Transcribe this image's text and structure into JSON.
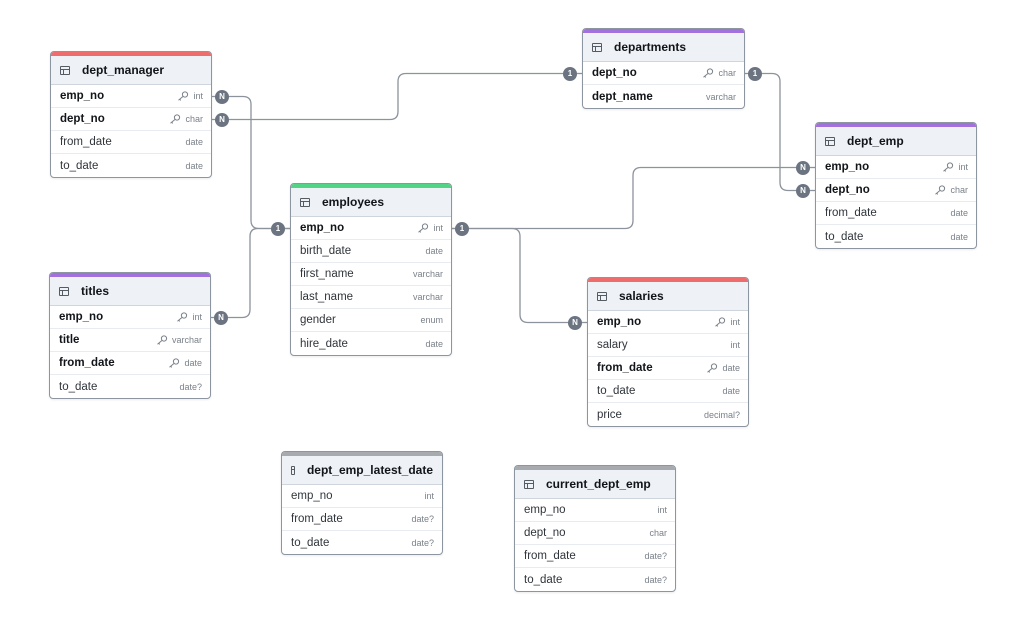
{
  "colors": {
    "red_accent": "#ee6c6c",
    "purple_accent": "#a371dd",
    "green_accent": "#52d486",
    "gray_accent": "#a7abb0",
    "edge": "#8c939c",
    "badge": "#6b7480"
  },
  "icons": {
    "table": "table-grid-icon",
    "key": "key-icon"
  },
  "tables": [
    {
      "id": "dept_manager",
      "name": "dept_manager",
      "accent": "#ee6c6c",
      "fields": [
        {
          "name": "emp_no",
          "type": "int",
          "pk": true,
          "key": true
        },
        {
          "name": "dept_no",
          "type": "char",
          "pk": true,
          "key": true
        },
        {
          "name": "from_date",
          "type": "date",
          "pk": false,
          "key": false
        },
        {
          "name": "to_date",
          "type": "date",
          "pk": false,
          "key": false
        }
      ]
    },
    {
      "id": "departments",
      "name": "departments",
      "accent": "#a371dd",
      "fields": [
        {
          "name": "dept_no",
          "type": "char",
          "pk": true,
          "key": true
        },
        {
          "name": "dept_name",
          "type": "varchar",
          "pk": true,
          "key": false
        }
      ]
    },
    {
      "id": "dept_emp",
      "name": "dept_emp",
      "accent": "#a371dd",
      "fields": [
        {
          "name": "emp_no",
          "type": "int",
          "pk": true,
          "key": true
        },
        {
          "name": "dept_no",
          "type": "char",
          "pk": true,
          "key": true
        },
        {
          "name": "from_date",
          "type": "date",
          "pk": false,
          "key": false
        },
        {
          "name": "to_date",
          "type": "date",
          "pk": false,
          "key": false
        }
      ]
    },
    {
      "id": "employees",
      "name": "employees",
      "accent": "#52d486",
      "fields": [
        {
          "name": "emp_no",
          "type": "int",
          "pk": true,
          "key": true
        },
        {
          "name": "birth_date",
          "type": "date",
          "pk": false,
          "key": false
        },
        {
          "name": "first_name",
          "type": "varchar",
          "pk": false,
          "key": false
        },
        {
          "name": "last_name",
          "type": "varchar",
          "pk": false,
          "key": false
        },
        {
          "name": "gender",
          "type": "enum",
          "pk": false,
          "key": false
        },
        {
          "name": "hire_date",
          "type": "date",
          "pk": false,
          "key": false
        }
      ]
    },
    {
      "id": "titles",
      "name": "titles",
      "accent": "#a371dd",
      "fields": [
        {
          "name": "emp_no",
          "type": "int",
          "pk": true,
          "key": true
        },
        {
          "name": "title",
          "type": "varchar",
          "pk": true,
          "key": true
        },
        {
          "name": "from_date",
          "type": "date",
          "pk": true,
          "key": true
        },
        {
          "name": "to_date",
          "type": "date?",
          "pk": false,
          "key": false
        }
      ]
    },
    {
      "id": "salaries",
      "name": "salaries",
      "accent": "#ee6c6c",
      "fields": [
        {
          "name": "emp_no",
          "type": "int",
          "pk": true,
          "key": true
        },
        {
          "name": "salary",
          "type": "int",
          "pk": false,
          "key": false
        },
        {
          "name": "from_date",
          "type": "date",
          "pk": true,
          "key": true
        },
        {
          "name": "to_date",
          "type": "date",
          "pk": false,
          "key": false
        },
        {
          "name": "price",
          "type": "decimal?",
          "pk": false,
          "key": false
        }
      ]
    },
    {
      "id": "dept_emp_latest_date",
      "name": "dept_emp_latest_date",
      "accent": "#a7abb0",
      "fields": [
        {
          "name": "emp_no",
          "type": "int",
          "pk": false,
          "key": false
        },
        {
          "name": "from_date",
          "type": "date?",
          "pk": false,
          "key": false
        },
        {
          "name": "to_date",
          "type": "date?",
          "pk": false,
          "key": false
        }
      ]
    },
    {
      "id": "current_dept_emp",
      "name": "current_dept_emp",
      "accent": "#a7abb0",
      "fields": [
        {
          "name": "emp_no",
          "type": "int",
          "pk": false,
          "key": false
        },
        {
          "name": "dept_no",
          "type": "char",
          "pk": false,
          "key": false
        },
        {
          "name": "from_date",
          "type": "date?",
          "pk": false,
          "key": false
        },
        {
          "name": "to_date",
          "type": "date?",
          "pk": false,
          "key": false
        }
      ]
    }
  ],
  "relations": [
    {
      "from_table": "dept_manager",
      "from_field": "emp_no",
      "from_card": "N",
      "to_table": "employees",
      "to_field": "emp_no",
      "to_card": "1"
    },
    {
      "from_table": "dept_manager",
      "from_field": "dept_no",
      "from_card": "N",
      "to_table": "departments",
      "to_field": "dept_no",
      "to_card": "1"
    },
    {
      "from_table": "titles",
      "from_field": "emp_no",
      "from_card": "N",
      "to_table": "employees",
      "to_field": "emp_no",
      "to_card": "1"
    },
    {
      "from_table": "dept_emp",
      "from_field": "emp_no",
      "from_card": "N",
      "to_table": "employees",
      "to_field": "emp_no",
      "to_card": "1"
    },
    {
      "from_table": "dept_emp",
      "from_field": "dept_no",
      "from_card": "N",
      "to_table": "departments",
      "to_field": "dept_no",
      "to_card": "1"
    },
    {
      "from_table": "salaries",
      "from_field": "emp_no",
      "from_card": "N",
      "to_table": "employees",
      "to_field": "emp_no",
      "to_card": "1"
    }
  ]
}
